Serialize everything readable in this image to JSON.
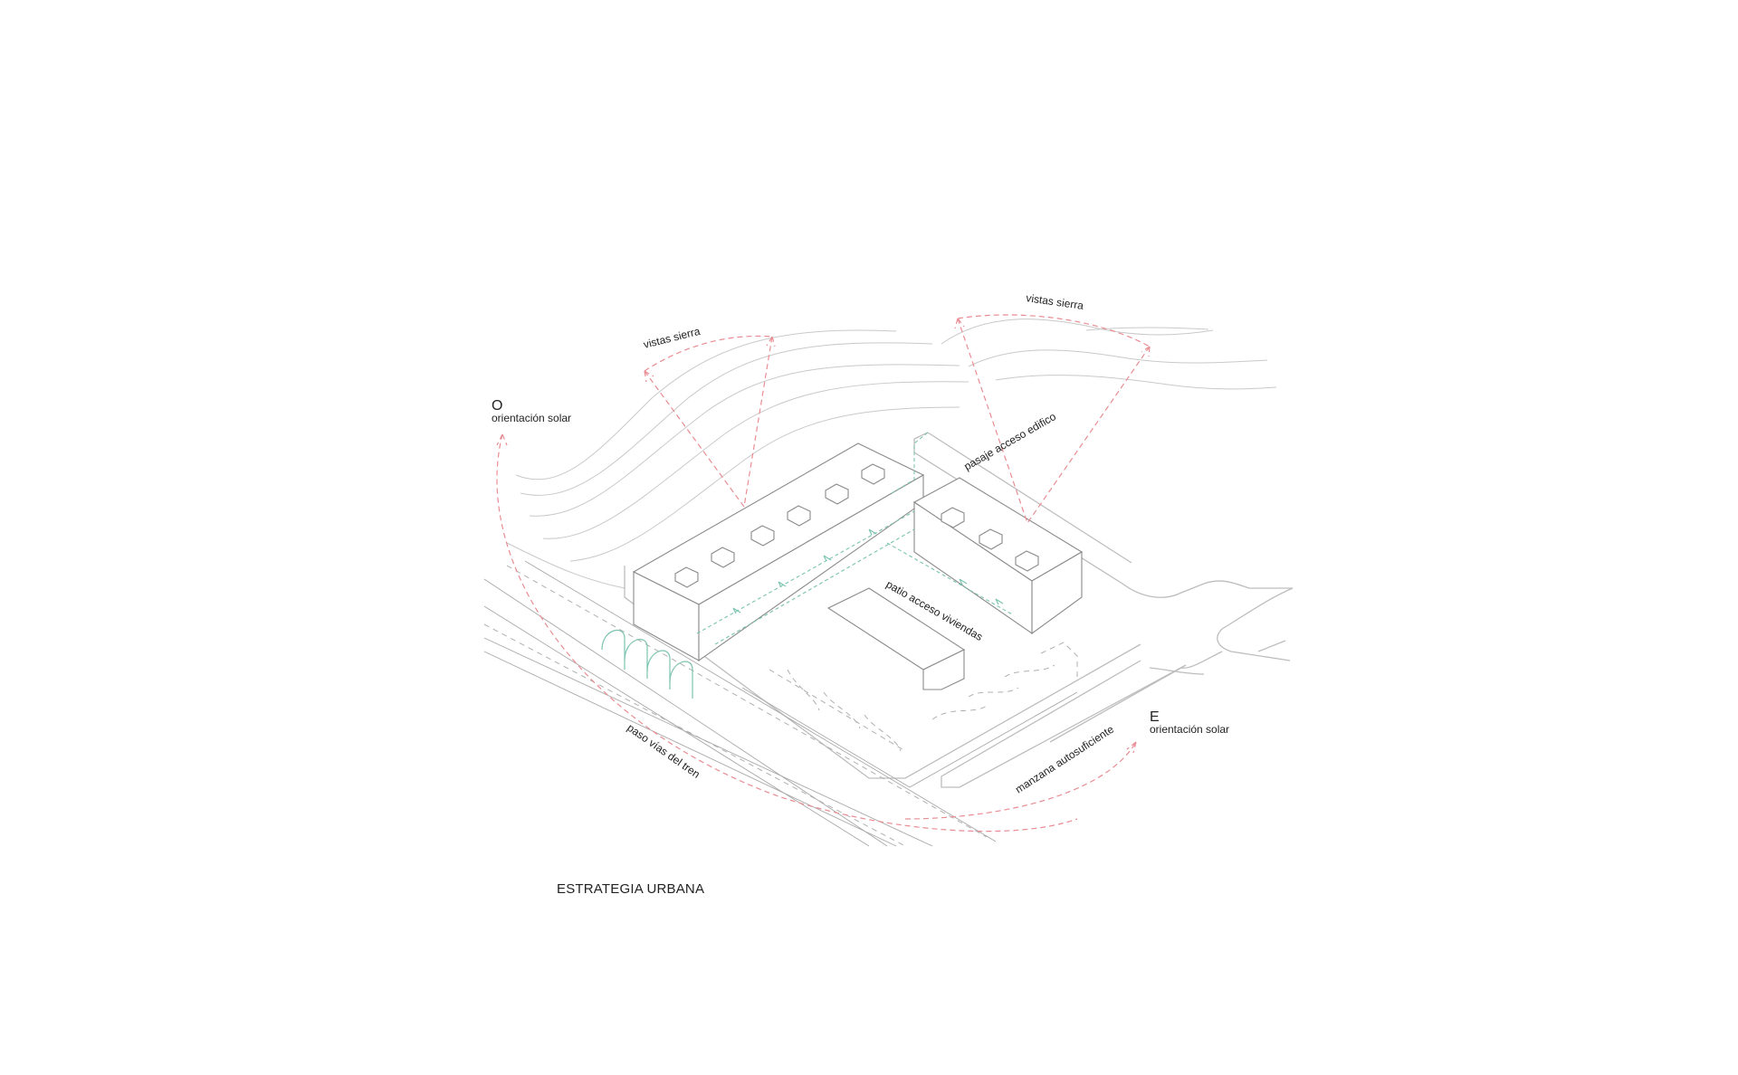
{
  "title": "ESTRATEGIA URBANA",
  "labels": {
    "west_letter": "O",
    "west_text": "orientación solar",
    "east_letter": "E",
    "east_text": "orientación solar",
    "views_left": "vistas sierra",
    "views_right": "vistas sierra",
    "passage": "pasaje acceso edifico",
    "courtyard": "patio acceso viviendas",
    "rail": "paso vías del tren",
    "block": "manzana autosuficiente"
  },
  "colors": {
    "lines": "#bdbdbd",
    "building": "#8a8a8a",
    "solar_views_arrows": "#e88d93",
    "access_paths": "#7cc4b0",
    "text": "#222222"
  }
}
